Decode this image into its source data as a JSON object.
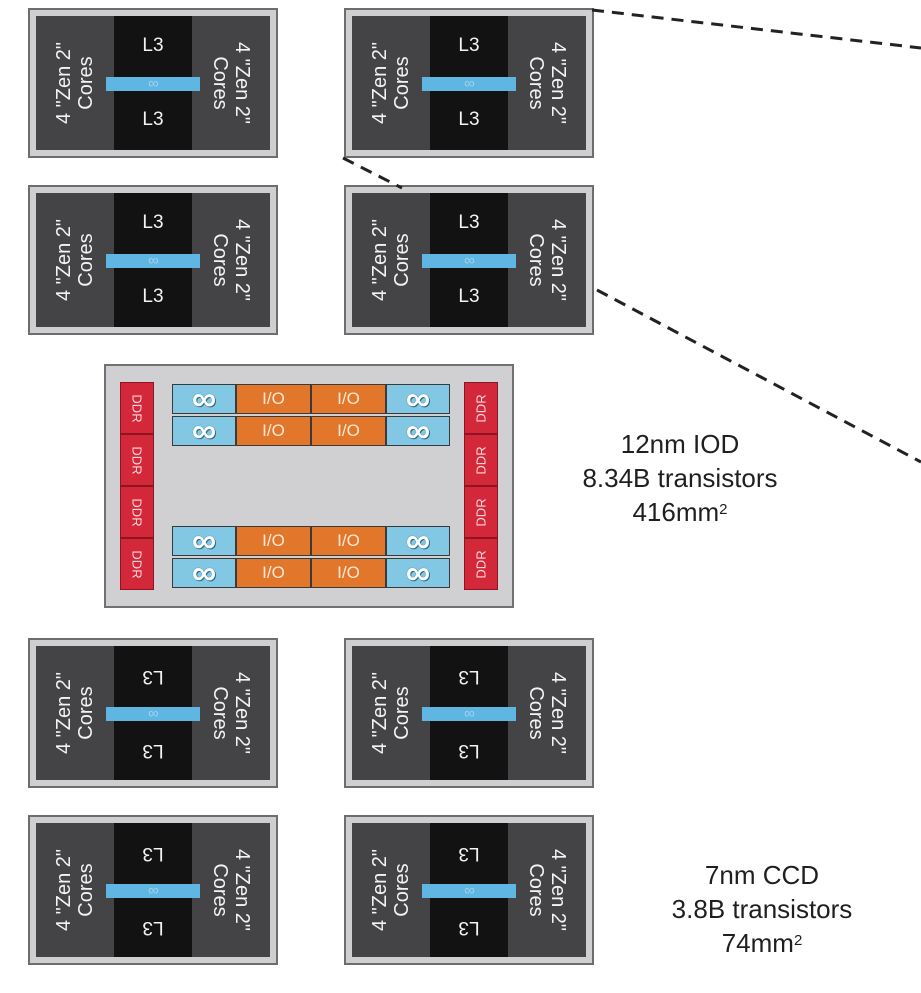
{
  "ccd": {
    "core_line1": "4 \"Zen 2\"",
    "core_line2": "Cores",
    "l3_label": "L3",
    "interconnect_glyph": "∞"
  },
  "iod": {
    "infinity_glyph": "∞",
    "io_label": "I/O",
    "io_label_alt": "I/O",
    "ddr_label": "DDR"
  },
  "labels": {
    "iod_line1": "12nm IOD",
    "iod_line2": "8.34B transistors",
    "iod_line3_value": "416mm",
    "iod_line3_sup": "2",
    "ccd_line1": "7nm CCD",
    "ccd_line2": "3.8B transistors",
    "ccd_line3_value": "74mm",
    "ccd_line3_sup": "2"
  },
  "colors": {
    "core": "#444446",
    "l3": "#121213",
    "infinity_fabric": "#5fb6e2",
    "ddr": "#d2283a",
    "io": "#e2772b",
    "infinity_cell": "#82c8e4"
  }
}
